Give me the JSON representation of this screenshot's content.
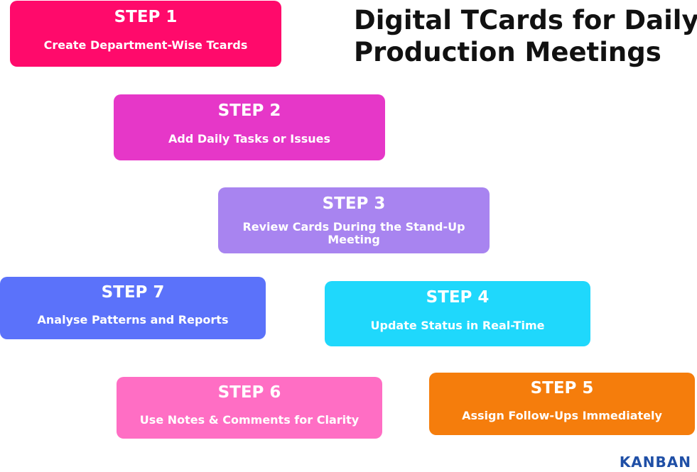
{
  "title": {
    "line1": "Digital TCards for Daily",
    "line2": "Production Meetings"
  },
  "steps": [
    {
      "label": "STEP 1",
      "text": "Create Department-Wise Tcards",
      "color": "#ff0a6b"
    },
    {
      "label": "STEP 2",
      "text": "Add Daily Tasks or Issues",
      "color": "#e637c8"
    },
    {
      "label": "STEP 3",
      "text": "Review Cards During the Stand-Up Meeting",
      "color": "#a884f0"
    },
    {
      "label": "STEP 4",
      "text": "Update Status in Real-Time",
      "color": "#1fd8fc"
    },
    {
      "label": "STEP 5",
      "text": "Assign Follow-Ups Immediately",
      "color": "#f57d0c"
    },
    {
      "label": "STEP 6",
      "text": "Use Notes & Comments for Clarity",
      "color": "#ff6ec4"
    },
    {
      "label": "STEP 7",
      "text": "Analyse Patterns and Reports",
      "color": "#5b72fa"
    }
  ],
  "logo": "KANBAN"
}
